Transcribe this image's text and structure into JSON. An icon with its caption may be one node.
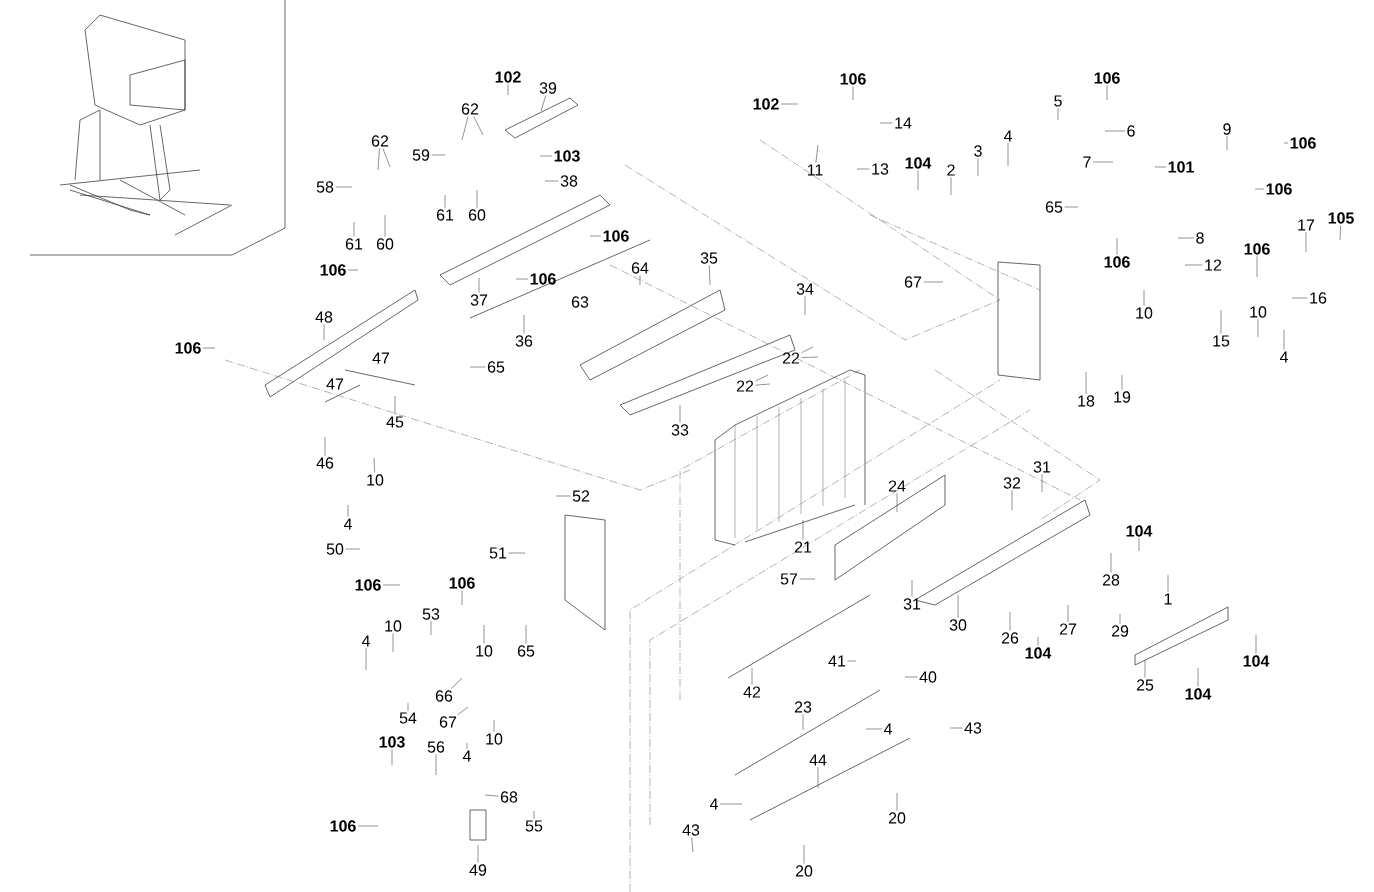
{
  "diagram": {
    "nodes": [
      {
        "text": [
          "102"
        ]
      },
      {
        "text": [
          "39"
        ]
      },
      {
        "text": [
          "106"
        ]
      },
      {
        "text": [
          "106"
        ]
      },
      {
        "text": [
          "102"
        ]
      },
      {
        "text": [
          "14"
        ]
      },
      {
        "text": [
          "5"
        ]
      },
      {
        "text": [
          "6"
        ]
      },
      {
        "text": [
          "9"
        ]
      },
      {
        "text": [
          "106"
        ]
      },
      {
        "text": [
          "62"
        ]
      },
      {
        "text": [
          "103"
        ]
      },
      {
        "text": [
          "59"
        ]
      },
      {
        "text": [
          "62"
        ]
      },
      {
        "text": [
          "7"
        ]
      },
      {
        "text": [
          "101"
        ]
      },
      {
        "text": [
          "11"
        ]
      },
      {
        "text": [
          "13"
        ]
      },
      {
        "text": [
          "104"
        ]
      },
      {
        "text": [
          "2"
        ]
      },
      {
        "text": [
          "3"
        ]
      },
      {
        "text": [
          "4"
        ]
      },
      {
        "text": [
          "38"
        ]
      },
      {
        "text": [
          "58"
        ]
      },
      {
        "text": [
          "106"
        ]
      },
      {
        "text": [
          "61"
        ]
      },
      {
        "text": [
          "60"
        ]
      },
      {
        "text": [
          "65"
        ]
      },
      {
        "text": [
          "8"
        ]
      },
      {
        "text": [
          "17"
        ]
      },
      {
        "text": [
          "105"
        ]
      },
      {
        "text": [
          "61"
        ]
      },
      {
        "text": [
          "60"
        ]
      },
      {
        "text": [
          "106"
        ]
      },
      {
        "text": [
          "67"
        ]
      },
      {
        "text": [
          "106"
        ]
      },
      {
        "text": [
          "12"
        ]
      },
      {
        "text": [
          "106"
        ]
      },
      {
        "text": [
          "106"
        ]
      },
      {
        "text": [
          "106"
        ]
      },
      {
        "text": [
          "35"
        ]
      },
      {
        "text": [
          "64"
        ]
      },
      {
        "text": [
          "34"
        ]
      },
      {
        "text": [
          "16"
        ]
      },
      {
        "text": [
          "37"
        ]
      },
      {
        "text": [
          "48"
        ]
      },
      {
        "text": [
          "63"
        ]
      },
      {
        "text": [
          "36"
        ]
      },
      {
        "text": [
          "10"
        ]
      },
      {
        "text": [
          "15"
        ]
      },
      {
        "text": [
          "10"
        ]
      },
      {
        "text": [
          "4"
        ]
      },
      {
        "text": [
          "106"
        ]
      },
      {
        "text": [
          "47"
        ]
      },
      {
        "text": [
          "47"
        ]
      },
      {
        "text": [
          "65"
        ]
      },
      {
        "text": [
          "22"
        ]
      },
      {
        "text": [
          "22"
        ]
      },
      {
        "text": [
          "18"
        ]
      },
      {
        "text": [
          "19"
        ]
      },
      {
        "text": [
          "45"
        ]
      },
      {
        "text": [
          "33"
        ]
      },
      {
        "text": [
          "46"
        ]
      },
      {
        "text": [
          "10"
        ]
      },
      {
        "text": [
          "4"
        ]
      },
      {
        "text": [
          "52"
        ]
      },
      {
        "text": [
          "24"
        ]
      },
      {
        "text": [
          "32"
        ]
      },
      {
        "text": [
          "31"
        ]
      },
      {
        "text": [
          "21"
        ]
      },
      {
        "text": [
          "50"
        ]
      },
      {
        "text": [
          "51"
        ]
      },
      {
        "text": [
          "104"
        ]
      },
      {
        "text": [
          "57"
        ]
      },
      {
        "text": [
          "28"
        ]
      },
      {
        "text": [
          "106"
        ]
      },
      {
        "text": [
          "106"
        ]
      },
      {
        "text": [
          "1"
        ]
      },
      {
        "text": [
          "31"
        ]
      },
      {
        "text": [
          "30"
        ]
      },
      {
        "text": [
          "53"
        ]
      },
      {
        "text": [
          "10"
        ]
      },
      {
        "text": [
          "65"
        ]
      },
      {
        "text": [
          "29"
        ]
      },
      {
        "text": [
          "26"
        ]
      },
      {
        "text": [
          "27"
        ]
      },
      {
        "text": [
          "4"
        ]
      },
      {
        "text": [
          "10"
        ]
      },
      {
        "text": [
          "104"
        ]
      },
      {
        "text": [
          "104"
        ]
      },
      {
        "text": [
          "41"
        ]
      },
      {
        "text": [
          "40"
        ]
      },
      {
        "text": [
          "42"
        ]
      },
      {
        "text": [
          "25"
        ]
      },
      {
        "text": [
          "104"
        ]
      },
      {
        "text": [
          "66"
        ]
      },
      {
        "text": [
          "54"
        ]
      },
      {
        "text": [
          "67"
        ]
      },
      {
        "text": [
          "23"
        ]
      },
      {
        "text": [
          "43"
        ]
      },
      {
        "text": [
          "4"
        ]
      },
      {
        "text": [
          "10"
        ]
      },
      {
        "text": [
          "4"
        ]
      },
      {
        "text": [
          "103"
        ]
      },
      {
        "text": [
          "56"
        ]
      },
      {
        "text": [
          "44"
        ]
      },
      {
        "text": [
          "68"
        ]
      },
      {
        "text": [
          "4"
        ]
      },
      {
        "text": [
          "106"
        ]
      },
      {
        "text": [
          "55"
        ]
      },
      {
        "text": [
          "20"
        ]
      },
      {
        "text": [
          "43"
        ]
      },
      {
        "text": [
          "49"
        ]
      },
      {
        "text": [
          "20"
        ]
      }
    ],
    "edges": [
      {
        "from": 0,
        "to": null,
        "arrow": "none"
      },
      {
        "from": 1,
        "to": null,
        "arrow": "none"
      },
      {
        "from": 2,
        "to": null,
        "arrow": "none"
      },
      {
        "from": 3,
        "to": null,
        "arrow": "none"
      },
      {
        "from": 4,
        "to": null,
        "arrow": "none"
      },
      {
        "from": 5,
        "to": null,
        "arrow": "none"
      },
      {
        "from": 6,
        "to": null,
        "arrow": "none"
      },
      {
        "from": 7,
        "to": null,
        "arrow": "none"
      },
      {
        "from": 8,
        "to": null,
        "arrow": "none"
      },
      {
        "from": 9,
        "to": null,
        "arrow": "none"
      },
      {
        "from": 10,
        "to": null,
        "arrow": "none"
      },
      {
        "from": 10,
        "to": null,
        "arrow": "none"
      },
      {
        "from": 11,
        "to": null,
        "arrow": "none"
      },
      {
        "from": 12,
        "to": null,
        "arrow": "none"
      },
      {
        "from": 13,
        "to": null,
        "arrow": "none"
      },
      {
        "from": 13,
        "to": null,
        "arrow": "none"
      },
      {
        "from": 14,
        "to": null,
        "arrow": "none"
      },
      {
        "from": 15,
        "to": null,
        "arrow": "none"
      },
      {
        "from": 16,
        "to": null,
        "arrow": "none"
      },
      {
        "from": 17,
        "to": null,
        "arrow": "none"
      },
      {
        "from": 18,
        "to": null,
        "arrow": "none"
      },
      {
        "from": 19,
        "to": null,
        "arrow": "none"
      },
      {
        "from": 20,
        "to": null,
        "arrow": "none"
      },
      {
        "from": 21,
        "to": null,
        "arrow": "none"
      },
      {
        "from": 22,
        "to": null,
        "arrow": "none"
      },
      {
        "from": 23,
        "to": null,
        "arrow": "none"
      },
      {
        "from": 24,
        "to": null,
        "arrow": "none"
      },
      {
        "from": 25,
        "to": null,
        "arrow": "none"
      },
      {
        "from": 26,
        "to": null,
        "arrow": "none"
      },
      {
        "from": 27,
        "to": null,
        "arrow": "none"
      },
      {
        "from": 28,
        "to": null,
        "arrow": "none"
      },
      {
        "from": 29,
        "to": null,
        "arrow": "none"
      },
      {
        "from": 30,
        "to": null,
        "arrow": "none"
      },
      {
        "from": 31,
        "to": null,
        "arrow": "none"
      },
      {
        "from": 32,
        "to": null,
        "arrow": "none"
      },
      {
        "from": 33,
        "to": null,
        "arrow": "none"
      },
      {
        "from": 34,
        "to": null,
        "arrow": "none"
      },
      {
        "from": 35,
        "to": null,
        "arrow": "none"
      },
      {
        "from": 36,
        "to": null,
        "arrow": "none"
      },
      {
        "from": 37,
        "to": null,
        "arrow": "none"
      },
      {
        "from": 38,
        "to": null,
        "arrow": "none"
      },
      {
        "from": 39,
        "to": null,
        "arrow": "none"
      },
      {
        "from": 40,
        "to": null,
        "arrow": "none"
      },
      {
        "from": 41,
        "to": null,
        "arrow": "none"
      },
      {
        "from": 42,
        "to": null,
        "arrow": "none"
      },
      {
        "from": 43,
        "to": null,
        "arrow": "none"
      },
      {
        "from": 44,
        "to": null,
        "arrow": "none"
      },
      {
        "from": 45,
        "to": null,
        "arrow": "none"
      },
      {
        "from": 47,
        "to": null,
        "arrow": "none"
      },
      {
        "from": 48,
        "to": null,
        "arrow": "none"
      },
      {
        "from": 49,
        "to": null,
        "arrow": "none"
      },
      {
        "from": 50,
        "to": null,
        "arrow": "none"
      },
      {
        "from": 51,
        "to": null,
        "arrow": "none"
      },
      {
        "from": 52,
        "to": null,
        "arrow": "none"
      },
      {
        "from": 55,
        "to": null,
        "arrow": "none"
      },
      {
        "from": 56,
        "to": null,
        "arrow": "none"
      },
      {
        "from": 56,
        "to": null,
        "arrow": "none"
      },
      {
        "from": 57,
        "to": null,
        "arrow": "none"
      },
      {
        "from": 57,
        "to": null,
        "arrow": "none"
      },
      {
        "from": 58,
        "to": null,
        "arrow": "none"
      },
      {
        "from": 59,
        "to": null,
        "arrow": "none"
      },
      {
        "from": 60,
        "to": null,
        "arrow": "none"
      },
      {
        "from": 61,
        "to": null,
        "arrow": "none"
      },
      {
        "from": 62,
        "to": null,
        "arrow": "none"
      },
      {
        "from": 63,
        "to": null,
        "arrow": "none"
      },
      {
        "from": 64,
        "to": null,
        "arrow": "none"
      },
      {
        "from": 65,
        "to": null,
        "arrow": "none"
      },
      {
        "from": 66,
        "to": null,
        "arrow": "none"
      },
      {
        "from": 67,
        "to": null,
        "arrow": "none"
      },
      {
        "from": 68,
        "to": null,
        "arrow": "none"
      },
      {
        "from": 69,
        "to": null,
        "arrow": "none"
      },
      {
        "from": 70,
        "to": null,
        "arrow": "none"
      },
      {
        "from": 71,
        "to": null,
        "arrow": "none"
      },
      {
        "from": 72,
        "to": null,
        "arrow": "none"
      },
      {
        "from": 73,
        "to": null,
        "arrow": "none"
      },
      {
        "from": 74,
        "to": null,
        "arrow": "none"
      },
      {
        "from": 75,
        "to": null,
        "arrow": "none"
      },
      {
        "from": 76,
        "to": null,
        "arrow": "none"
      },
      {
        "from": 77,
        "to": null,
        "arrow": "none"
      },
      {
        "from": 78,
        "to": null,
        "arrow": "none"
      },
      {
        "from": 79,
        "to": null,
        "arrow": "none"
      },
      {
        "from": 80,
        "to": null,
        "arrow": "none"
      },
      {
        "from": 81,
        "to": null,
        "arrow": "none"
      },
      {
        "from": 82,
        "to": null,
        "arrow": "none"
      },
      {
        "from": 83,
        "to": null,
        "arrow": "none"
      },
      {
        "from": 84,
        "to": null,
        "arrow": "none"
      },
      {
        "from": 85,
        "to": null,
        "arrow": "none"
      },
      {
        "from": 86,
        "to": null,
        "arrow": "none"
      },
      {
        "from": 87,
        "to": null,
        "arrow": "none"
      },
      {
        "from": 88,
        "to": null,
        "arrow": "none"
      },
      {
        "from": 89,
        "to": null,
        "arrow": "none"
      },
      {
        "from": 90,
        "to": null,
        "arrow": "none"
      },
      {
        "from": 91,
        "to": null,
        "arrow": "none"
      },
      {
        "from": 92,
        "to": null,
        "arrow": "none"
      },
      {
        "from": 93,
        "to": null,
        "arrow": "none"
      },
      {
        "from": 94,
        "to": null,
        "arrow": "none"
      },
      {
        "from": 95,
        "to": null,
        "arrow": "none"
      },
      {
        "from": 96,
        "to": null,
        "arrow": "none"
      },
      {
        "from": 97,
        "to": null,
        "arrow": "none"
      },
      {
        "from": 98,
        "to": null,
        "arrow": "none"
      },
      {
        "from": 99,
        "to": null,
        "arrow": "none"
      },
      {
        "from": 100,
        "to": null,
        "arrow": "none"
      },
      {
        "from": 101,
        "to": null,
        "arrow": "none"
      },
      {
        "from": 102,
        "to": null,
        "arrow": "none"
      },
      {
        "from": 103,
        "to": null,
        "arrow": "none"
      },
      {
        "from": 104,
        "to": null,
        "arrow": "none"
      },
      {
        "from": 105,
        "to": null,
        "arrow": "none"
      },
      {
        "from": 106,
        "to": null,
        "arrow": "none"
      },
      {
        "from": 107,
        "to": null,
        "arrow": "none"
      },
      {
        "from": 108,
        "to": null,
        "arrow": "none"
      },
      {
        "from": 109,
        "to": null,
        "arrow": "none"
      },
      {
        "from": 110,
        "to": null,
        "arrow": "none"
      },
      {
        "from": 111,
        "to": null,
        "arrow": "none"
      },
      {
        "from": 112,
        "to": null,
        "arrow": "none"
      },
      {
        "from": 113,
        "to": null,
        "arrow": "none"
      }
    ]
  }
}
